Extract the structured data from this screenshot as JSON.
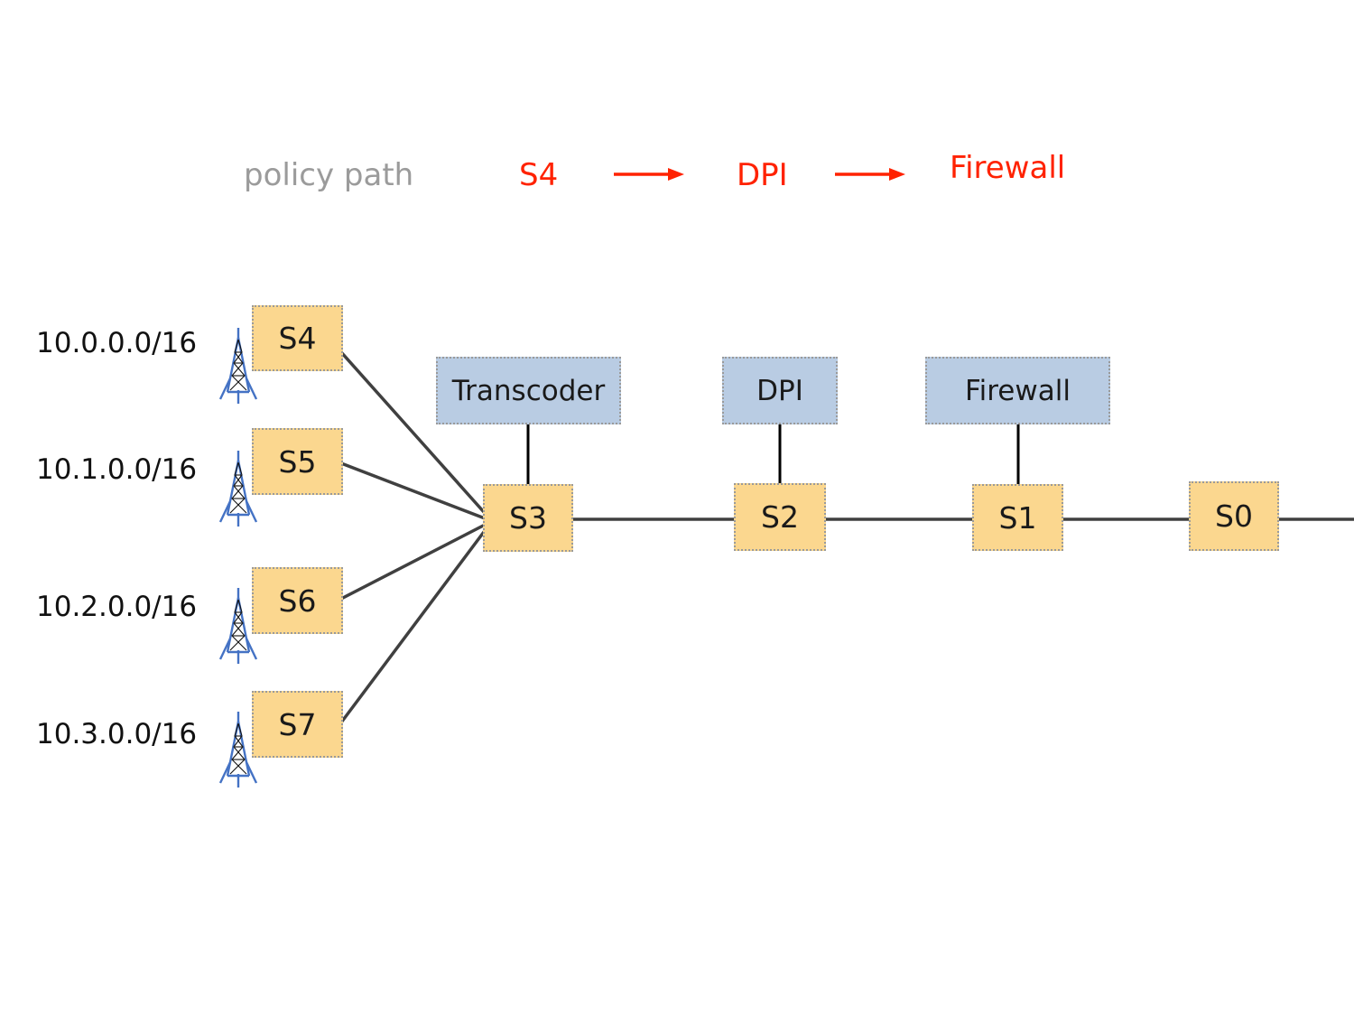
{
  "colors": {
    "switch_box_fill": "#fbd78f",
    "middlebox_fill": "#b9cce3",
    "dotted_border": "#9a9a9a",
    "wire": "#404040",
    "policy_red": "#ff2200",
    "policy_gray": "#9b9b9b",
    "tower_blue": "#4472c4",
    "text_black": "#111111"
  },
  "policy_path": {
    "label": "policy path",
    "steps": [
      "S4",
      "DPI",
      "Firewall"
    ]
  },
  "subnets": [
    {
      "cidr": "10.0.0.0/16",
      "switch": "S4"
    },
    {
      "cidr": "10.1.0.0/16",
      "switch": "S5"
    },
    {
      "cidr": "10.2.0.0/16",
      "switch": "S6"
    },
    {
      "cidr": "10.3.0.0/16",
      "switch": "S7"
    }
  ],
  "core_switches": [
    {
      "label": "S3"
    },
    {
      "label": "S2"
    },
    {
      "label": "S1"
    },
    {
      "label": "S0"
    }
  ],
  "middleboxes": [
    {
      "label": "Transcoder",
      "attached_switch": "S3"
    },
    {
      "label": "DPI",
      "attached_switch": "S2"
    },
    {
      "label": "Firewall",
      "attached_switch": "S1"
    }
  ]
}
